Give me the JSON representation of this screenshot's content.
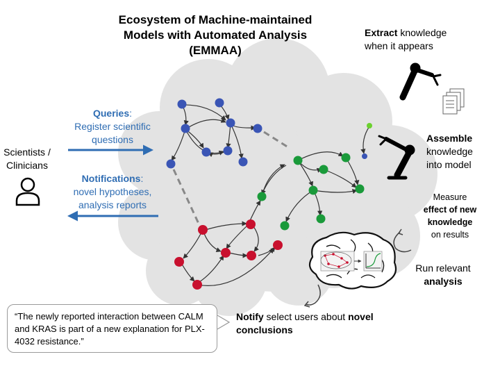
{
  "title": {
    "line1": "Ecosystem of Machine-maintained",
    "line2": "Models with Automated Analysis",
    "line3": "(EMMAA)"
  },
  "scientists_label": [
    "Scientists /",
    "Clinicians"
  ],
  "queries": {
    "heading": "Queries",
    "heading_suffix": ":",
    "lines": [
      "Register scientific",
      "questions"
    ]
  },
  "notifications": {
    "heading": "Notifications",
    "heading_suffix": ":",
    "lines": [
      "novel hypotheses,",
      "analysis reports"
    ]
  },
  "extract": {
    "bold": "Extract",
    "rest": " knowledge",
    "line2": "when it appears"
  },
  "assemble": {
    "bold": "Assemble",
    "line2": "knowledge",
    "line3": "into model"
  },
  "measure": {
    "line1": "Measure",
    "bold1": "effect of new",
    "bold2": "knowledge",
    "line4": "on results"
  },
  "run": {
    "line1": "Run relevant",
    "bold": "analysis"
  },
  "notify": {
    "bold1": "Notify",
    "mid": " select users about ",
    "bold2": "novel",
    "bold3": "conclusions"
  },
  "quote_text": "“The newly reported interaction between CALM and KRAS is part of a new explanation for PLX-4032 resistance.”",
  "colors": {
    "accent_blue": "#2f6db3",
    "node_blue": "#3a55b5",
    "node_green": "#1a9a3a",
    "node_red": "#c8102e",
    "cloud": "#e3e3e3"
  },
  "icons": [
    "person-icon",
    "robot-arm-icon",
    "documents-icon",
    "brain-icon",
    "cycle-arrow-icon"
  ]
}
